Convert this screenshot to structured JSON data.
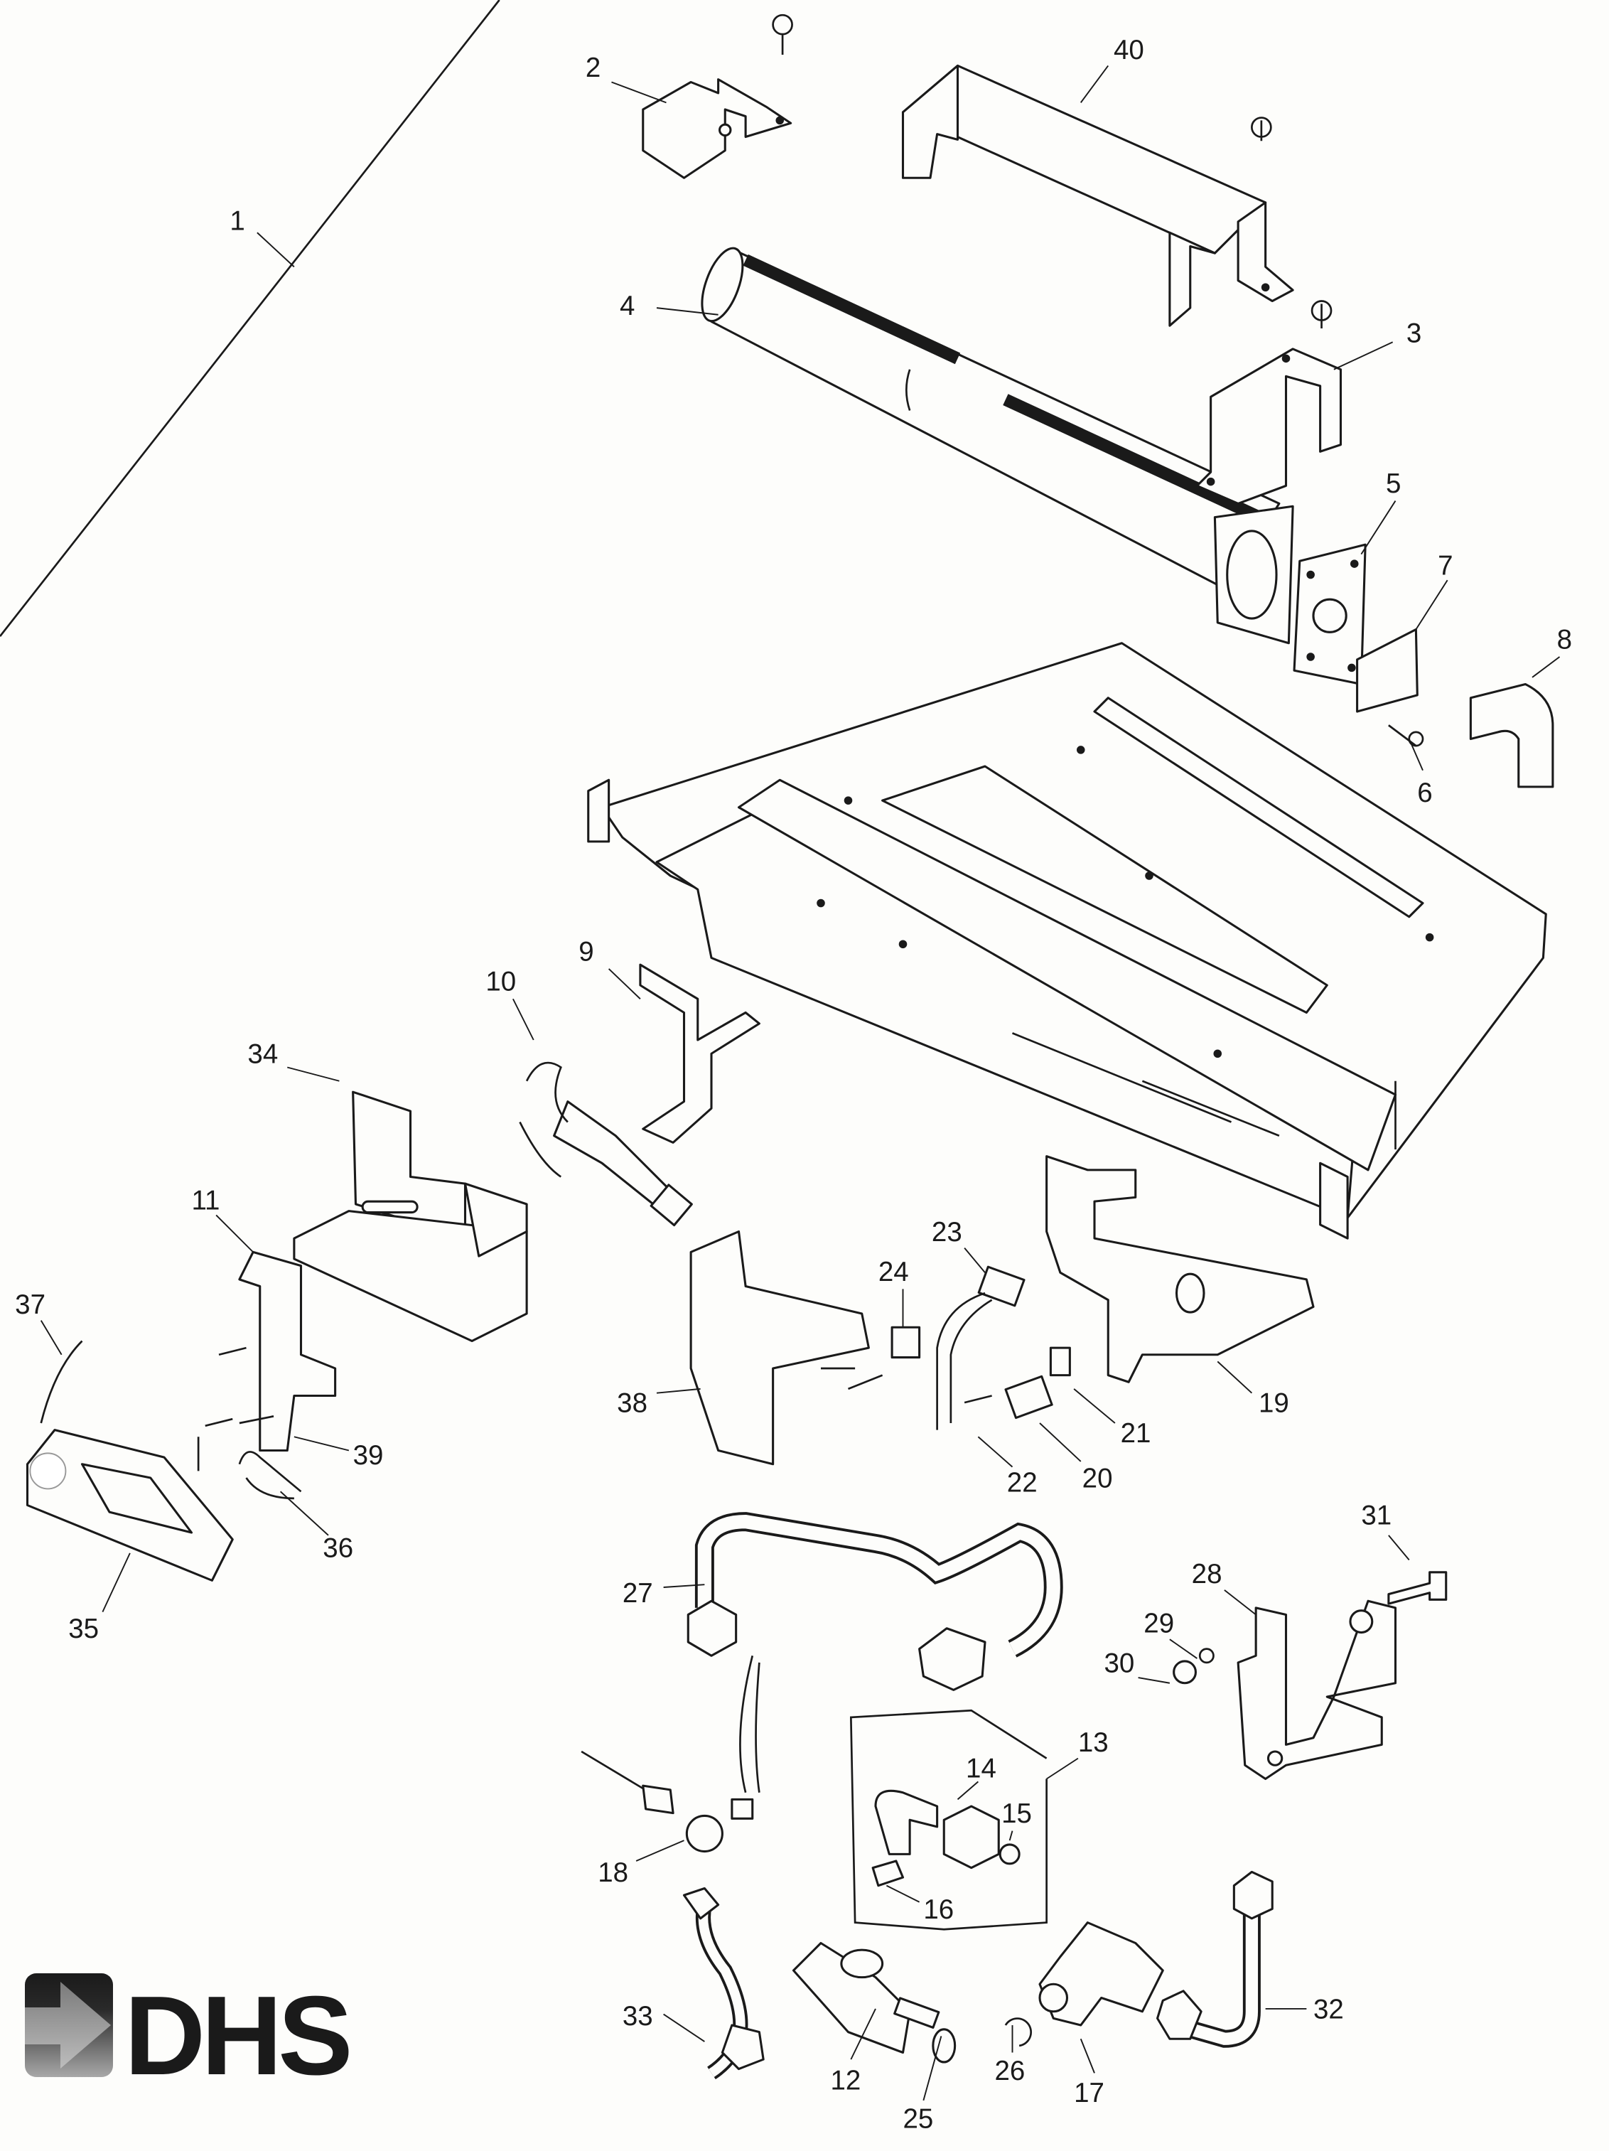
{
  "diagram": {
    "part_labels": {
      "p1": "1",
      "p2": "2",
      "p3": "3",
      "p4": "4",
      "p5": "5",
      "p6": "6",
      "p7": "7",
      "p8": "8",
      "p9": "9",
      "p10": "10",
      "p11": "11",
      "p12": "12",
      "p13": "13",
      "p14": "14",
      "p15": "15",
      "p16": "16",
      "p17": "17",
      "p18": "18",
      "p19": "19",
      "p20": "20",
      "p21": "21",
      "p22": "22",
      "p23": "23",
      "p24": "24",
      "p25": "25",
      "p26": "26",
      "p27": "27",
      "p28": "28",
      "p29": "29",
      "p30": "30",
      "p31": "31",
      "p32": "32",
      "p33": "33",
      "p34": "34",
      "p35": "35",
      "p36": "36",
      "p37": "37",
      "p38": "38",
      "p39": "39",
      "p40": "40"
    }
  },
  "logo": {
    "text": "DHS"
  },
  "colors": {
    "ink": "#1a1a1a",
    "paper": "#fdfdfb"
  }
}
